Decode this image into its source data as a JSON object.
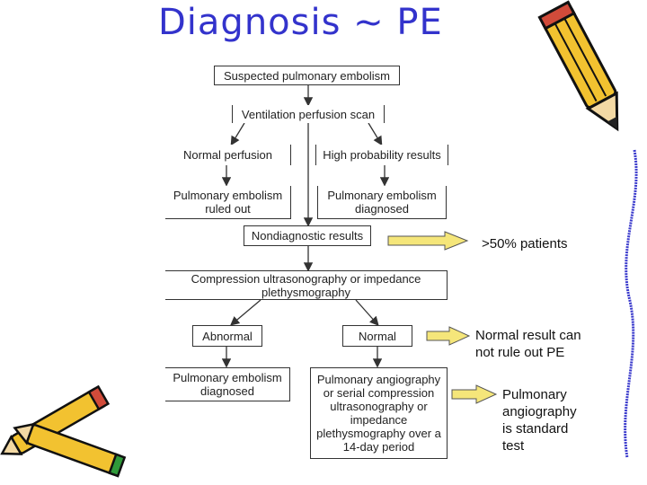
{
  "title": "Diagnosis ~ PE",
  "flowchart": {
    "suspected": "Suspected pulmonary embolism",
    "vq_scan": "Ventilation perfusion scan",
    "normal_perfusion": "Normal perfusion",
    "high_probability": "High probability results",
    "pe_ruled_out": "Pulmonary embolism ruled out",
    "pe_diagnosed_1": "Pulmonary embolism diagnosed",
    "nondiagnostic": "Nondiagnostic results",
    "compression": "Compression ultrasonography or impedance plethysmography",
    "abnormal": "Abnormal",
    "normal": "Normal",
    "pe_diagnosed_2": "Pulmonary embolism diagnosed",
    "angiography": "Pulmonary angiography or serial compression ultrasonography or impedance plethysmography over a 14-day period"
  },
  "notes": {
    "note1": ">50% patients",
    "note2_line1": "Normal result can",
    "note2_line2": "not rule out PE",
    "note3_line1": "Pulmonary",
    "note3_line2": "angiography",
    "note3_line3": "is standard",
    "note3_line4": "test"
  },
  "colors": {
    "title": "#3333cc",
    "arrow_fill": "#f5e67a",
    "pencil_body": "#f2c230",
    "pencil_outline": "#111111"
  },
  "icons": [
    "pencil-icon-top-right",
    "pencils-icon-bottom-left",
    "wavy-line-right"
  ]
}
